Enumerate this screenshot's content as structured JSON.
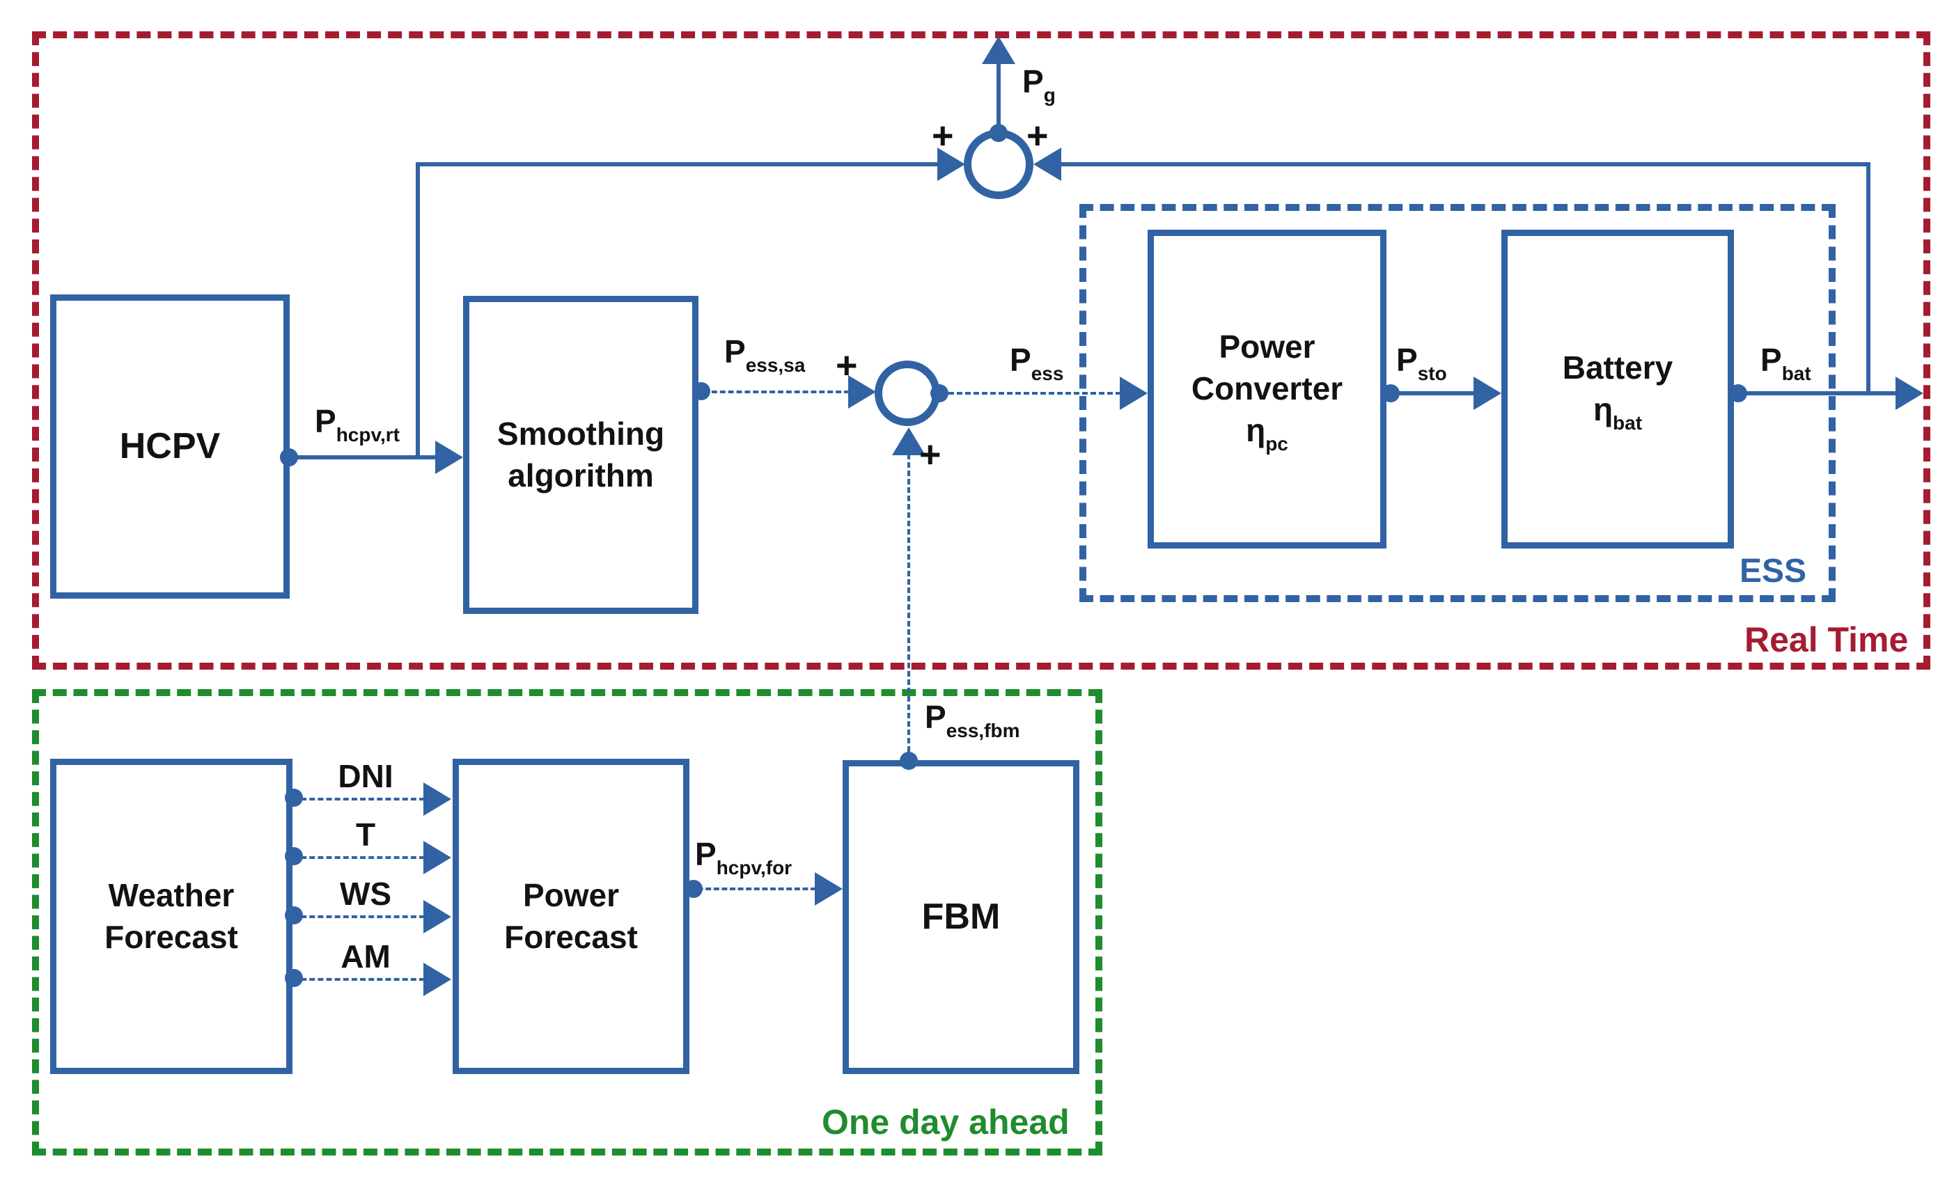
{
  "regions": {
    "real_time": {
      "label": "Real Time",
      "color": "#A51C30"
    },
    "one_day_ahead": {
      "label": "One day ahead",
      "color": "#1F8C2D"
    },
    "ess": {
      "label": "ESS",
      "color": "#3163A4"
    }
  },
  "blocks": {
    "hcpv": {
      "lines": [
        "HCPV"
      ]
    },
    "smoothing": {
      "lines": [
        "Smoothing",
        "algorithm"
      ]
    },
    "power_converter": {
      "lines": [
        "Power",
        "Converter"
      ],
      "eta": {
        "main": "η",
        "sub": "pc"
      }
    },
    "battery": {
      "lines": [
        "Battery"
      ],
      "eta": {
        "main": "η",
        "sub": "bat"
      }
    },
    "weather_forecast": {
      "lines": [
        "Weather",
        "Forecast"
      ]
    },
    "power_forecast": {
      "lines": [
        "Power",
        "Forecast"
      ]
    },
    "fbm": {
      "lines": [
        "FBM"
      ]
    }
  },
  "signals": {
    "p_g": {
      "main": "P",
      "sub": "g"
    },
    "p_hcpv_rt": {
      "main": "P",
      "sub": "hcpv,rt"
    },
    "p_ess_sa": {
      "main": "P",
      "sub": "ess,sa"
    },
    "p_ess": {
      "main": "P",
      "sub": "ess"
    },
    "p_sto": {
      "main": "P",
      "sub": "sto"
    },
    "p_bat": {
      "main": "P",
      "sub": "bat"
    },
    "p_ess_fbm": {
      "main": "P",
      "sub": "ess,fbm"
    },
    "p_hcpv_for": {
      "main": "P",
      "sub": "hcpv,for"
    },
    "dni": "DNI",
    "t": "T",
    "ws": "WS",
    "am": "AM"
  },
  "operators": {
    "sum_top_left": "+",
    "sum_top_right": "+",
    "sum_mid_left": "+",
    "sum_mid_bottom": "+"
  },
  "colors": {
    "line_blue": "#3163A4",
    "real_time_red": "#A51C30",
    "one_day_green": "#1F8C2D",
    "text_black": "#121212"
  }
}
